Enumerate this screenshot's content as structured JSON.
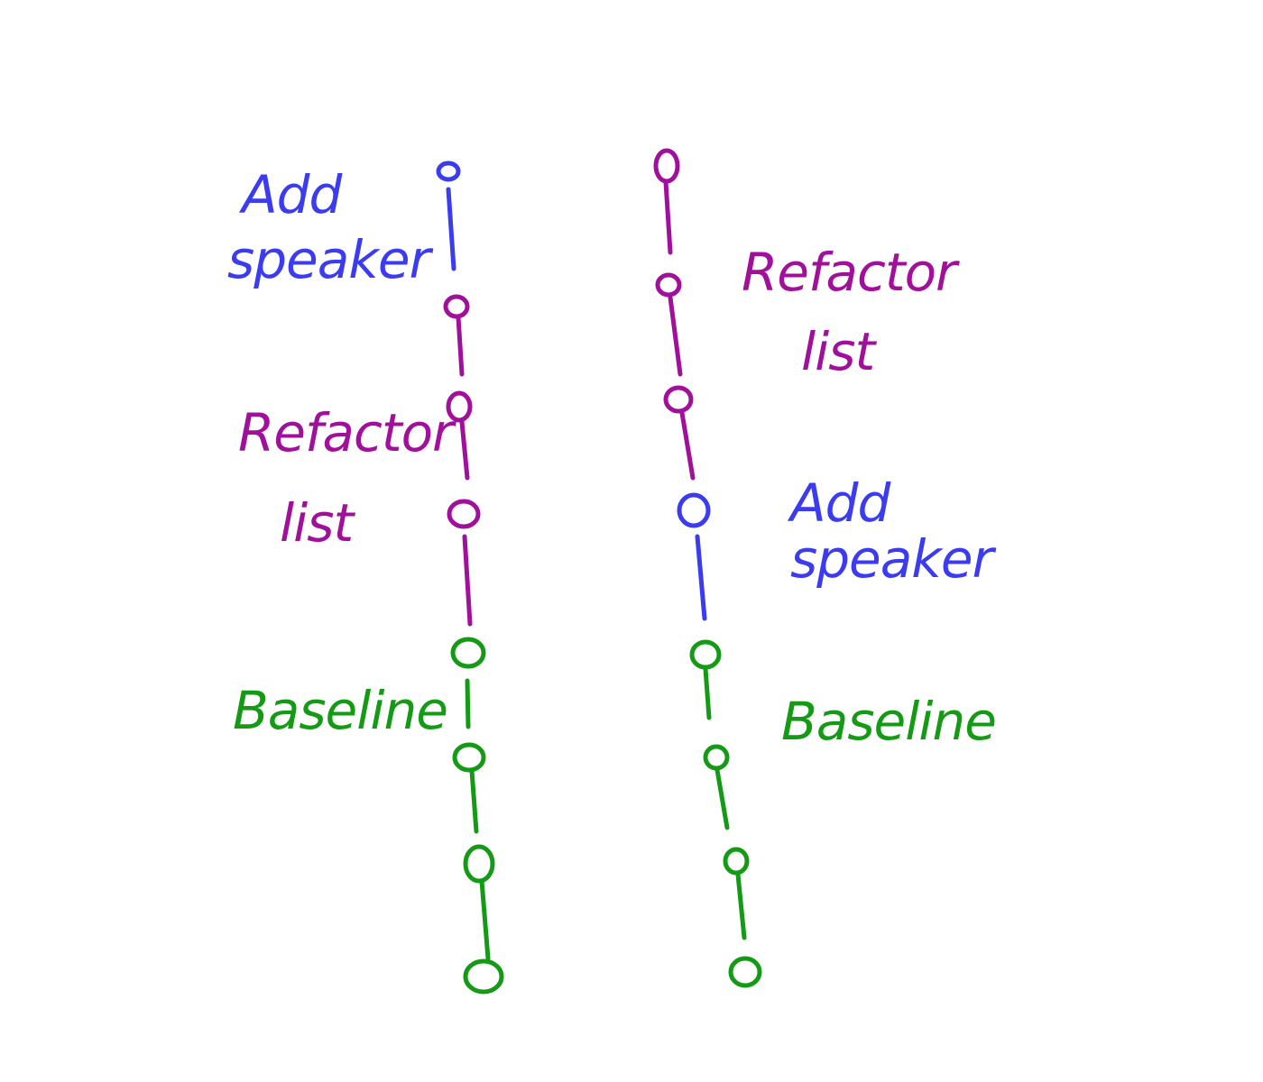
{
  "colors": {
    "speaker": "#3b3bef",
    "refactor": "#a0109a",
    "baseline": "#159a15"
  },
  "left_history": {
    "groups": [
      {
        "key": "speaker",
        "lines": [
          "Add",
          "speaker"
        ],
        "color": "#3b3bef"
      },
      {
        "key": "refactor",
        "lines": [
          "Refactor",
          "list"
        ],
        "color": "#a0109a"
      },
      {
        "key": "baseline",
        "lines": [
          "Baseline"
        ],
        "color": "#159a15"
      }
    ]
  },
  "right_history": {
    "groups": [
      {
        "key": "refactor",
        "lines": [
          "Refactor",
          "list"
        ],
        "color": "#a0109a"
      },
      {
        "key": "speaker",
        "lines": [
          "Add",
          "speaker"
        ],
        "color": "#3b3bef"
      },
      {
        "key": "baseline",
        "lines": [
          "Baseline"
        ],
        "color": "#159a15"
      }
    ]
  }
}
